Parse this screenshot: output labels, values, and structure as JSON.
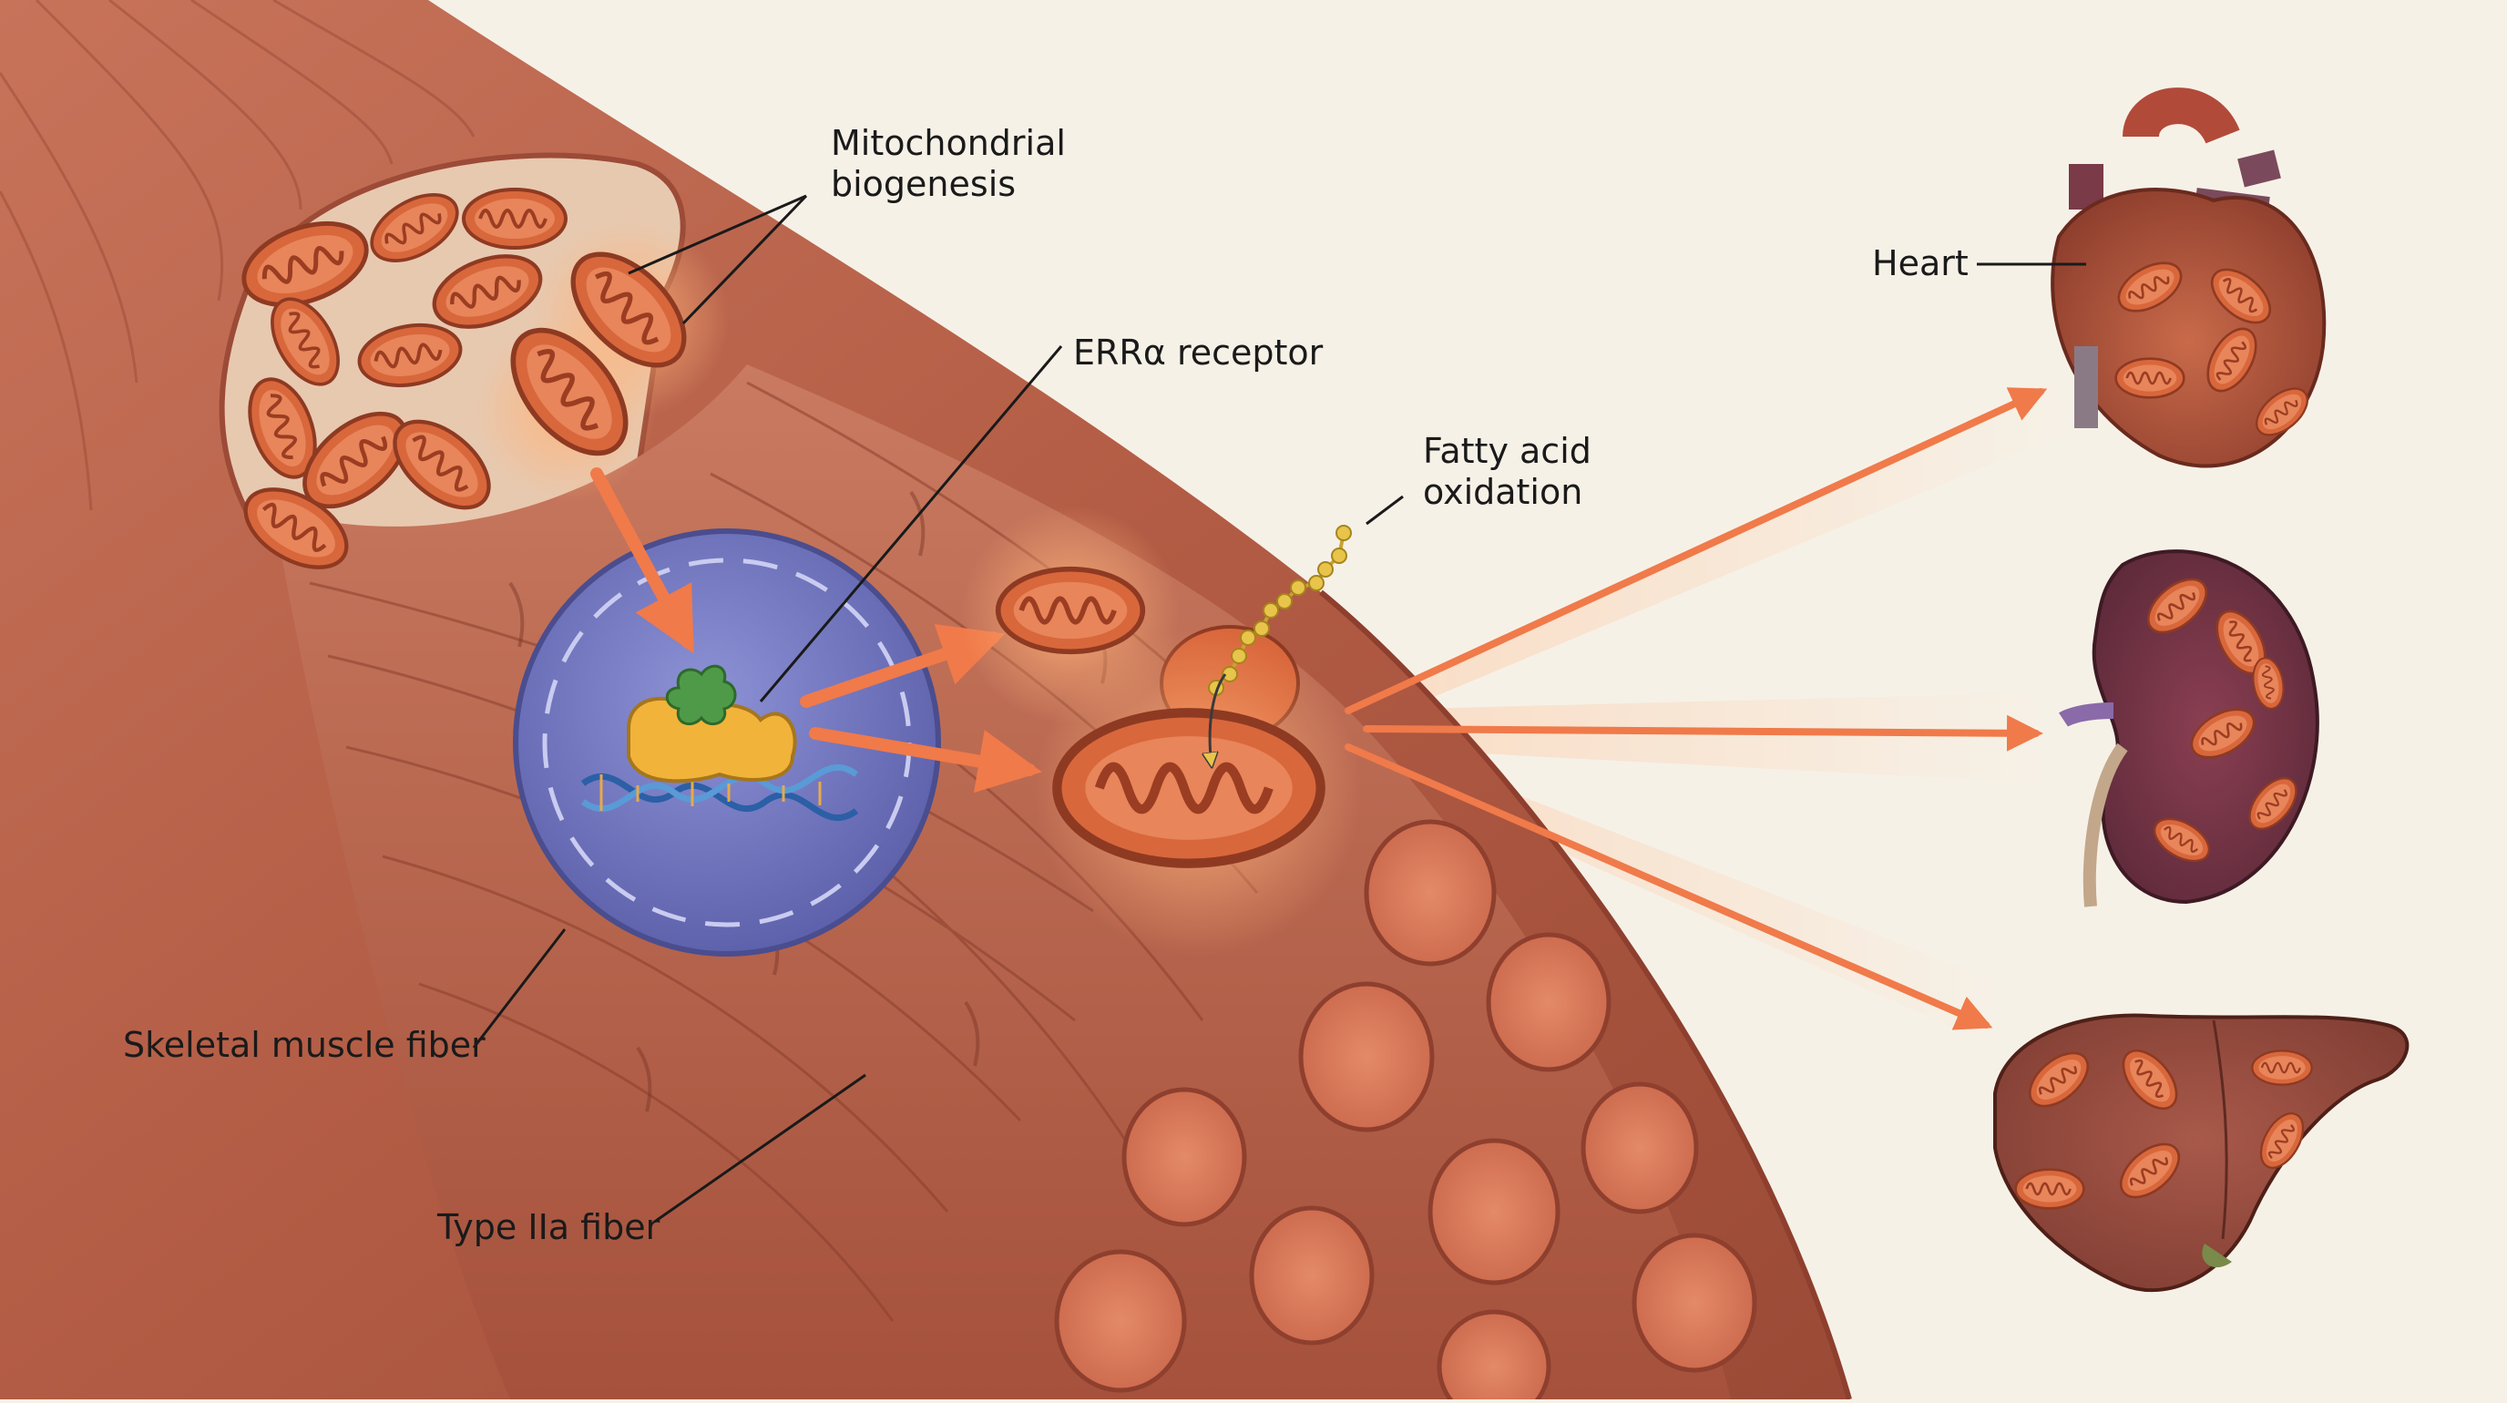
{
  "labels": {
    "mito_line1": "Mitochondrial",
    "mito_line2": "biogenesis",
    "erra": "ERRα receptor",
    "fatty_line1": "Fatty acid",
    "fatty_line2": "oxidation",
    "heart": "Heart",
    "skeletal": "Skeletal muscle fiber",
    "type2a": "Type IIa fiber"
  },
  "organs": [
    "heart-icon",
    "kidney-icon",
    "liver-icon"
  ],
  "colors": {
    "background": "#f6f1e7",
    "muscle": "#b8624b",
    "muscle_dark": "#8e3f2e",
    "mitochondria": "#d9673c",
    "nucleus": "#6f72bd",
    "receptor": "#f2b33a",
    "ligand": "#4f9a48",
    "arrow": "#f07a4a",
    "fatty_acid": "#e8c44a"
  }
}
